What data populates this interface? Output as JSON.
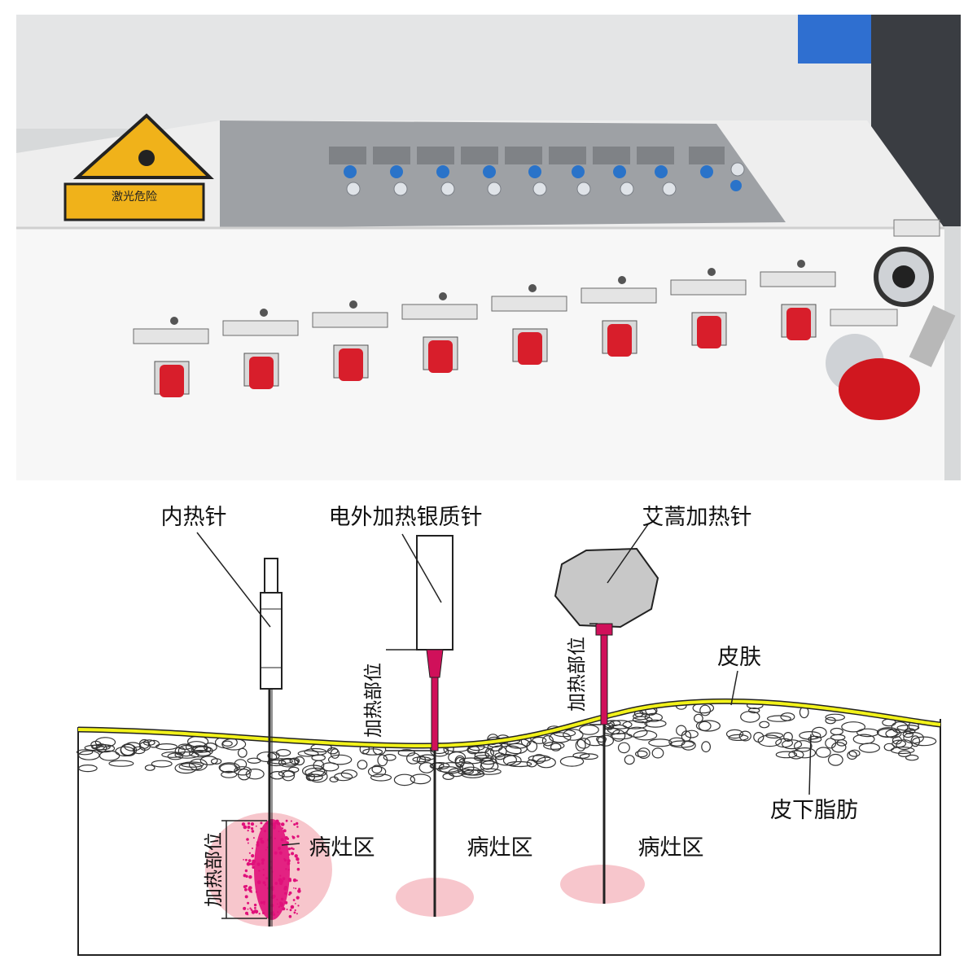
{
  "photo": {
    "laser_warning_sign": "激光危险",
    "channel_count": 8,
    "colors": {
      "case": "#f6f6f6",
      "panel": "#9c9fa3",
      "connector": "#d81e2b",
      "warning": "#f0b21a",
      "button_blue": "#2a73c9"
    }
  },
  "diagram": {
    "labels": {
      "inner_needle": "内热针",
      "electric_silver_needle": "电外加热银质针",
      "moxa_needle": "艾蒿加热针",
      "skin": "皮肤",
      "subcutaneous_fat": "皮下脂肪",
      "heating_part": "加热部位",
      "lesion": "病灶区"
    },
    "colors": {
      "skin": "#f2f21a",
      "needle_heated": "#d0105a",
      "lesion_halo": "#f7c6cc",
      "lesion_core": "#e0107a",
      "moxa": "#c8c8c8"
    }
  }
}
